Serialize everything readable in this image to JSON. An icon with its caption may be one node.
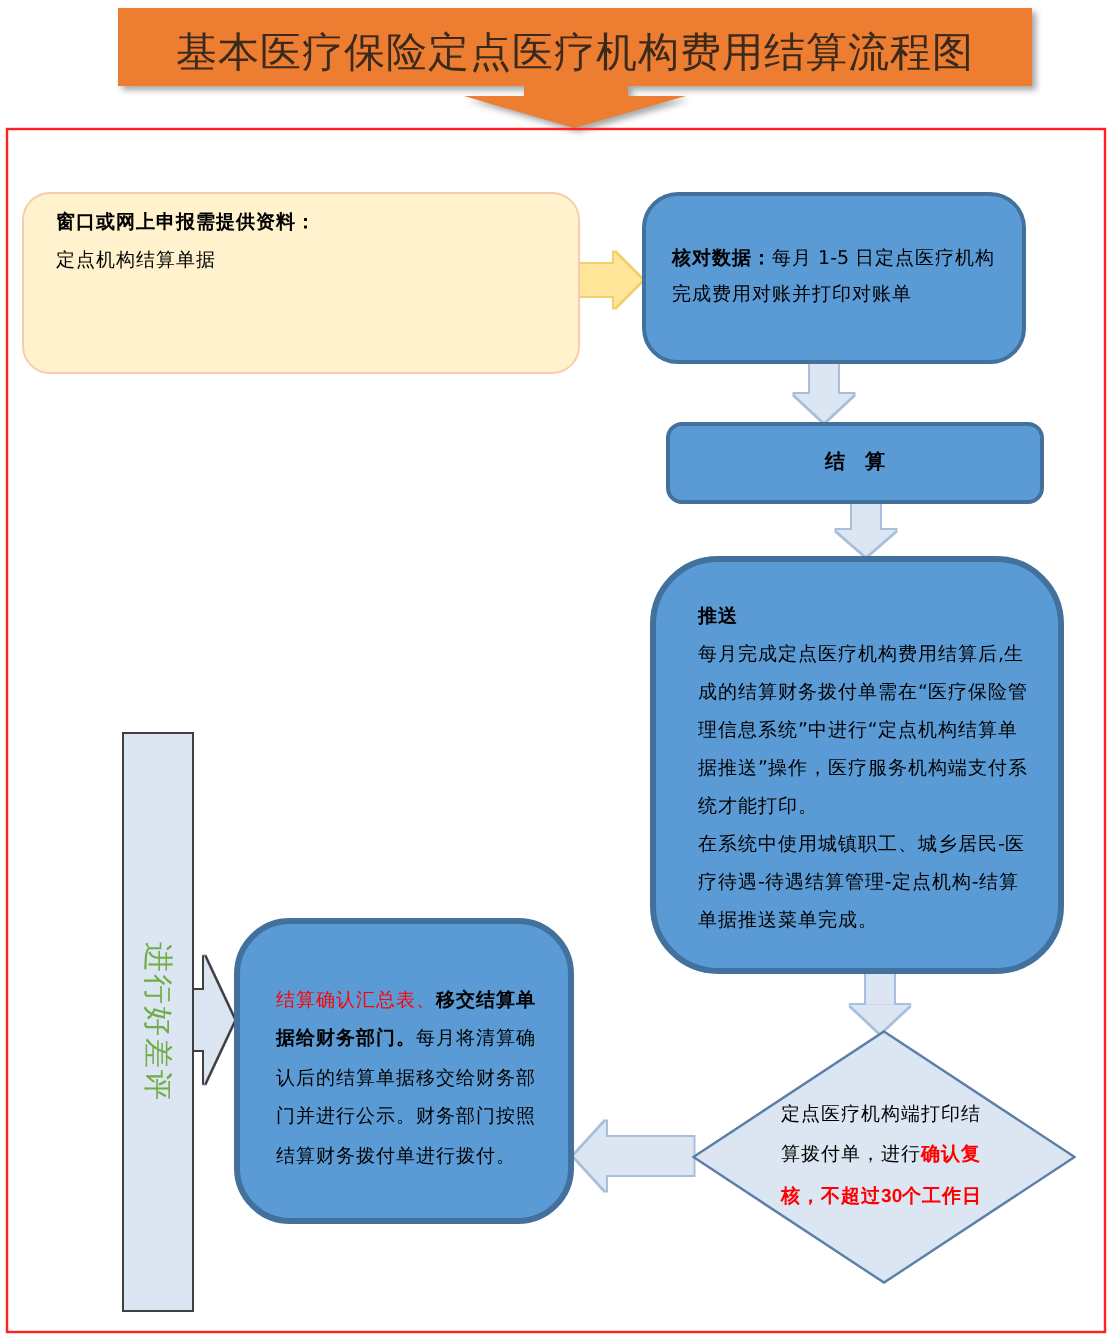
{
  "diagram": {
    "title": "基本医疗保险定点医疗机构费用结算流程图",
    "nodes": [
      {
        "text": [
          "窗口或网上申报需提供资料：",
          "定点机构结算单据"
        ]
      },
      {
        "text": [
          "**核对数据：**每月 1-5 日定点医疗机构完成费用对账并打印对账单"
        ]
      },
      {
        "text": [
          "结　算"
        ]
      },
      {
        "text": [
          "推送",
          "每月完成定点医疗机构费用结算后,生成的结算财务拨付单需在“医疗保险管理信息系统”中进行“定点机构结算单据推送”操作，医疗服务机构端支付系统才能打印。",
          "在系统中使用城镇职工、城乡居民-医疗待遇-待遇结算管理-定点机构-结算单据推送菜单完成。"
        ]
      },
      {
        "text": [
          "定点医疗机构端打印结算拨付单，进行**确认复核，不超过 30 个工作日**"
        ]
      },
      {
        "text": [
          "结算确认汇总表、**移交结算单据给财务部门。**每月将清算确认后的结算单据移交给财务部门并进行公示。财务部门按照结算财务拨付单进行拨付。"
        ]
      },
      {
        "text": [
          "进行好差评"
        ]
      }
    ],
    "edges": [
      {
        "from": 0,
        "to": 1,
        "arrow": "to",
        "color": "#ffe699"
      },
      {
        "from": 1,
        "to": 2,
        "arrow": "to"
      },
      {
        "from": 2,
        "to": 3,
        "arrow": "to"
      },
      {
        "from": 3,
        "to": 4,
        "arrow": "to"
      },
      {
        "from": 4,
        "to": 5,
        "arrow": "to"
      },
      {
        "from": 6,
        "to": 5,
        "arrow": "to"
      }
    ]
  }
}
